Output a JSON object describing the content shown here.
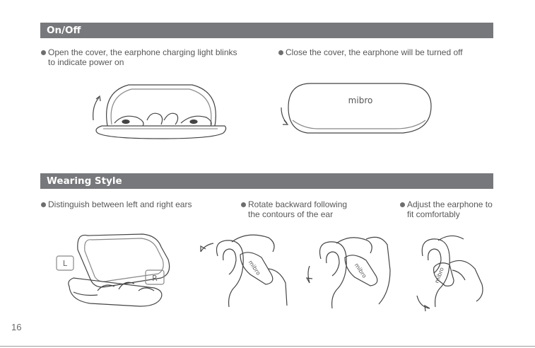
{
  "sections": {
    "onoff": {
      "title": "On/Off",
      "bullet_open": [
        "Open the cover, the earphone charging light blinks",
        "to indicate power on"
      ],
      "bullet_close": [
        "Close the cover, the earphone will be turned off"
      ]
    },
    "wearing": {
      "title": "Wearing Style",
      "bullet_distinguish": [
        "Distinguish between left and right ears"
      ],
      "bullet_rotate": [
        "Rotate backward following",
        "the contours of the ear"
      ],
      "bullet_adjust": [
        "Adjust the earphone to",
        "fit comfortably"
      ]
    }
  },
  "illustrations": {
    "case_brand": "mibro",
    "earbud_brand": "mibro",
    "left_marker": "L",
    "right_marker": "R"
  },
  "page_number": "16",
  "colors": {
    "header_bar": "#77787b",
    "text": "#575757",
    "line_art": "#444444"
  }
}
